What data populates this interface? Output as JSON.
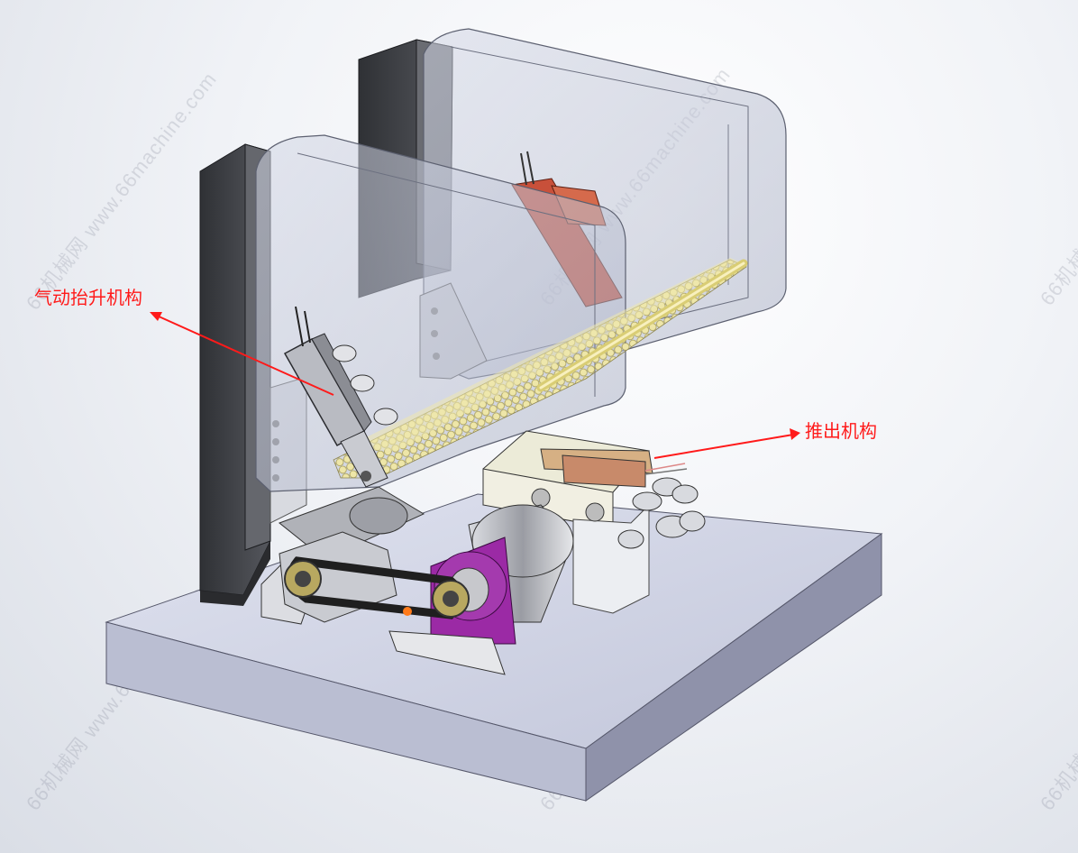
{
  "annotations": {
    "lift": {
      "text": "气动抬升机构"
    },
    "push": {
      "text": "推出机构"
    }
  },
  "watermark": {
    "text": "66机械网 www.66machine.com"
  },
  "colors": {
    "annotation": "#ff1a1a",
    "base_top": "#d2d6e6",
    "base_front": "#b8bcd0",
    "base_side": "#8c8fa8",
    "pillar": "#3f4146",
    "glass": "#c7ccdc",
    "rods": "#e8df9a",
    "purple_mount": "#9b2aa5",
    "red_cylinder": "#c8503a",
    "copper": "#c88a6a",
    "belt": "#1f1f1f"
  }
}
